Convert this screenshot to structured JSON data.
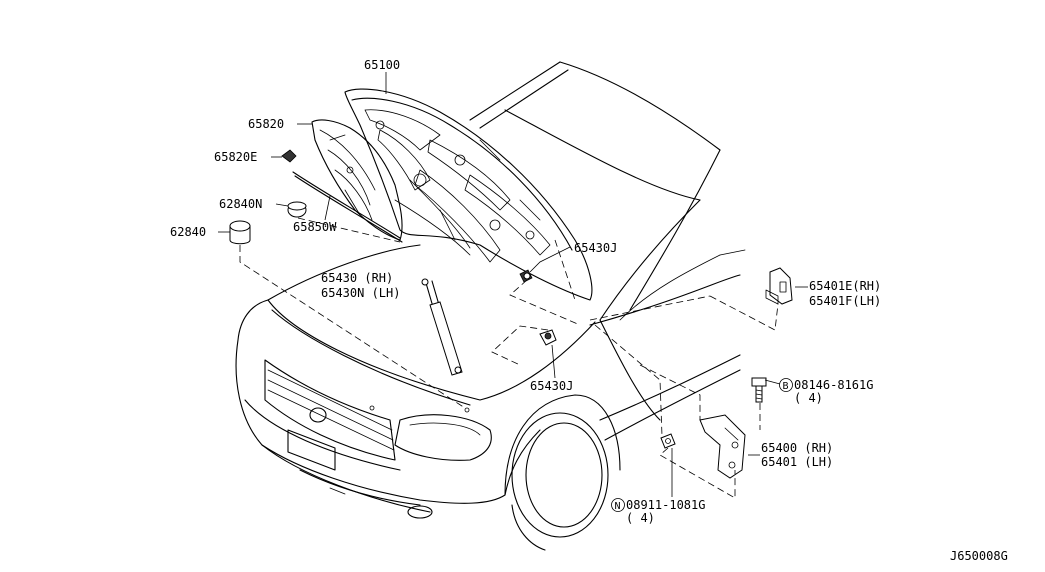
{
  "labels": {
    "p65100": "65100",
    "p65820": "65820",
    "p65820E": "65820E",
    "p62840N": "62840N",
    "p65850W": "65850W",
    "p62840": "62840",
    "p65430J_upper": "65430J",
    "p65430_rh": "65430  (RH)",
    "p65430N_lh": "65430N (LH)",
    "p65430J_lower": "65430J",
    "p65401E_rh": "65401E(RH)",
    "p65401F_lh": "65401F(LH)",
    "bolt_code": "08146-8161G",
    "bolt_qty": "( 4)",
    "p65400_rh": "65400 (RH)",
    "p65401_lh": "65401 (LH)",
    "nut_code": "08911-1081G",
    "nut_qty": "( 4)",
    "diagram_code": "J650008G"
  },
  "symbols": {
    "bolt_letter": "B",
    "nut_letter": "N"
  }
}
